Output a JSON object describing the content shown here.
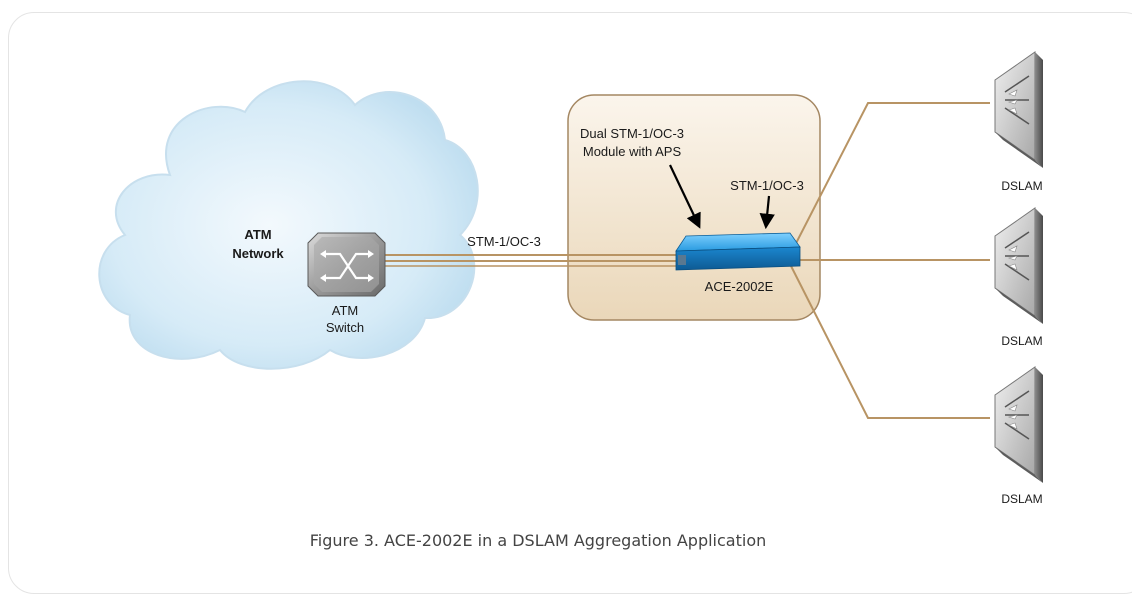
{
  "network": {
    "line1": "ATM",
    "line2": "Network"
  },
  "atm_switch": {
    "line1": "ATM",
    "line2": "Switch"
  },
  "link_left_label": "STM-1/OC-3",
  "module_label": {
    "line1": "Dual STM-1/OC-3",
    "line2": "Module with APS"
  },
  "link_right_label": "STM-1/OC-3",
  "device_label": "ACE-2002E",
  "dslams": [
    {
      "label": "DSLAM"
    },
    {
      "label": "DSLAM"
    },
    {
      "label": "DSLAM"
    }
  ],
  "caption": "Figure 3.  ACE-2002E in a DSLAM Aggregation Application",
  "colors": {
    "link": "#b89464",
    "cloud": "#d4e9f5",
    "box": "#f1e2cb",
    "box_border": "#a48762",
    "device": "#1e8fd8"
  }
}
